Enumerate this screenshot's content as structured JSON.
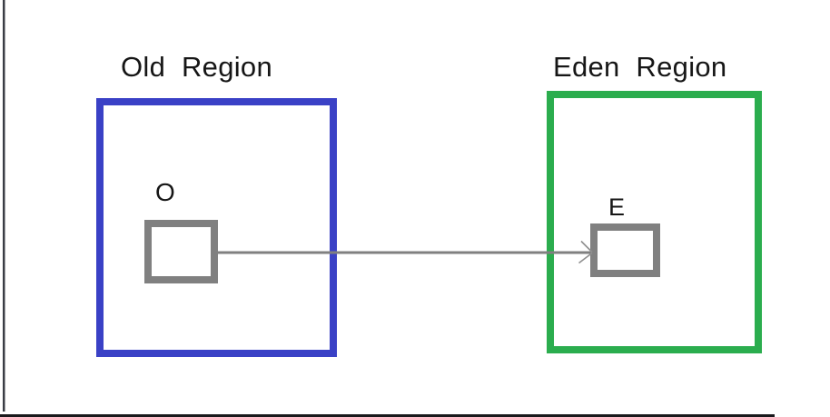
{
  "canvas": {
    "background": "#FFFFFF",
    "text_color": "#161616"
  },
  "frame": {
    "left_edge_color": "#3A3D45",
    "bottom_bar_color": "#19191C"
  },
  "diagram": {
    "regions": [
      {
        "id": "old",
        "title": "Old  Region",
        "border_color": "#3A41C6",
        "object": {
          "label": "O",
          "border_color": "#808080",
          "fill": "#FFFFFF"
        }
      },
      {
        "id": "eden",
        "title": "Eden  Region",
        "border_color": "#2BAD4E",
        "object": {
          "label": "E",
          "border_color": "#808080",
          "fill": "#FFFFFF"
        }
      }
    ],
    "arrow": {
      "from": "O",
      "to": "E",
      "color": "#808080",
      "head_color": "#8F8F8F"
    }
  }
}
